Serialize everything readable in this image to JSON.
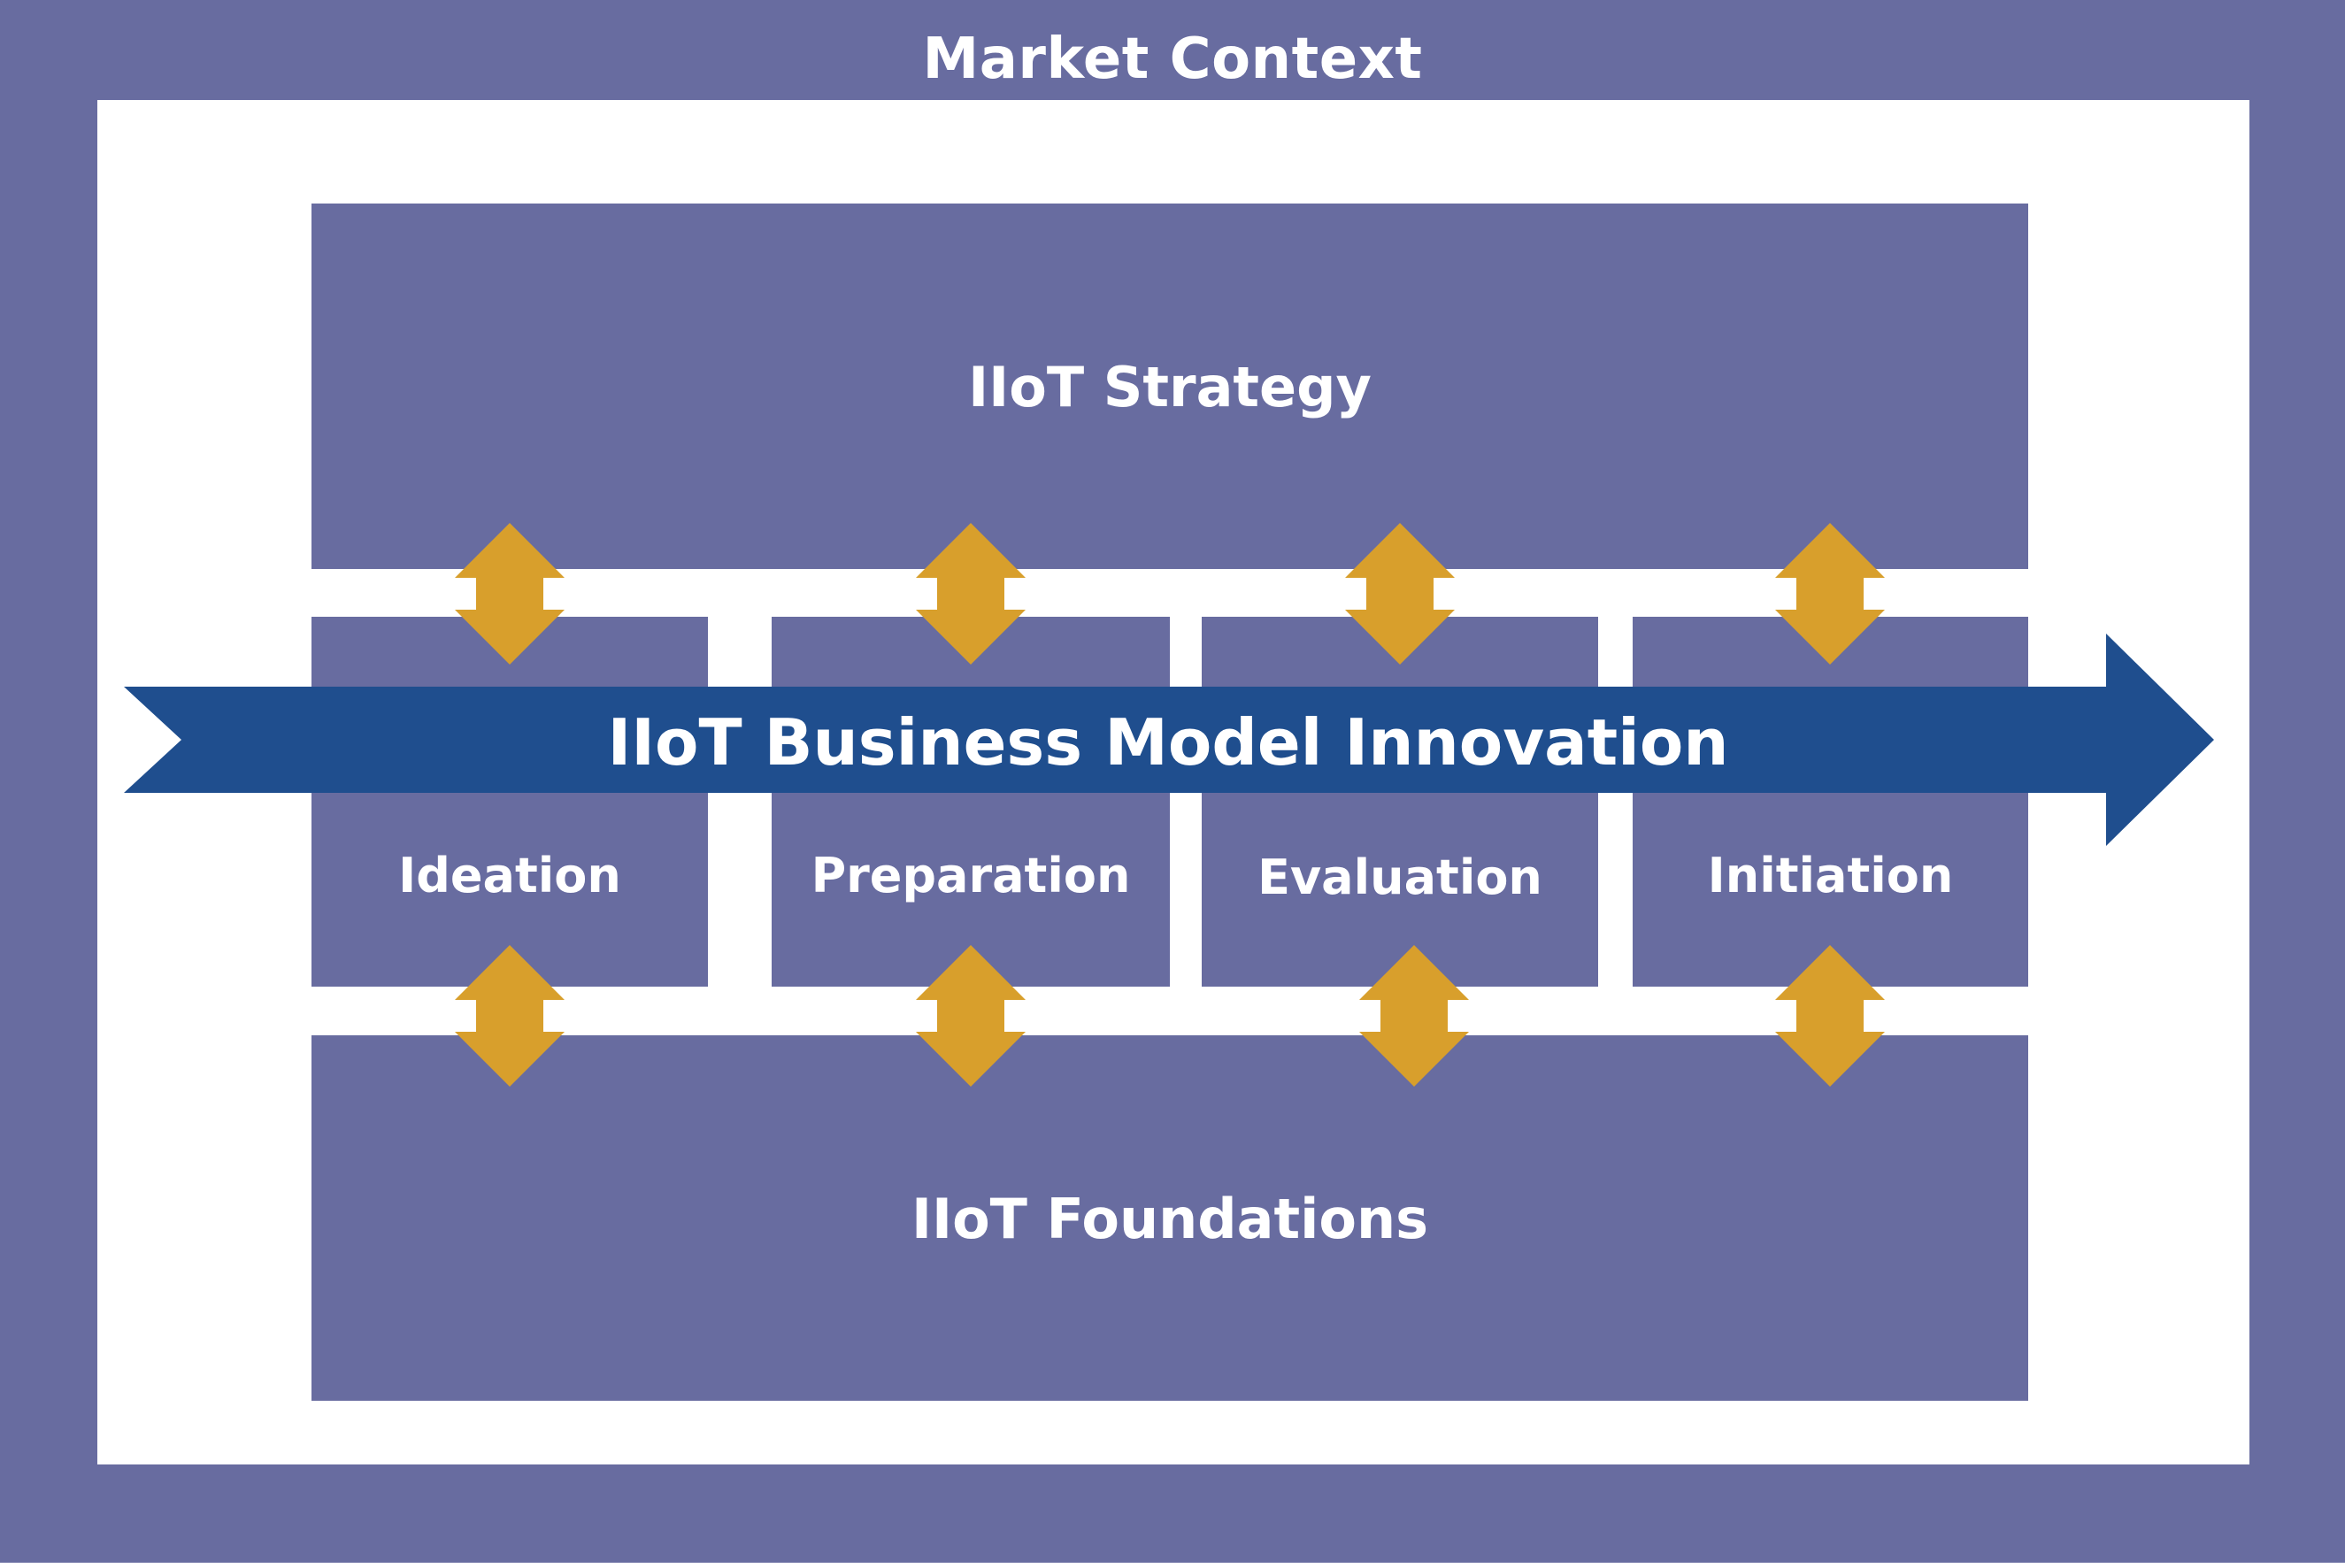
{
  "market_context": {
    "label": "Market Context"
  },
  "strategy": {
    "label": "IIoT Strategy"
  },
  "foundations": {
    "label": "IIoT Foundations"
  },
  "innovation_arrow": {
    "label": "IIoT Business Model Innovation"
  },
  "phases": [
    {
      "label": "Ideation"
    },
    {
      "label": "Preparation"
    },
    {
      "label": "Evaluation"
    },
    {
      "label": "Initiation"
    }
  ],
  "colors": {
    "box": "#686ca0",
    "arrow": "#1f4e8e",
    "connector": "#d89f2c",
    "text": "#ffffff",
    "background": "#ffffff"
  }
}
